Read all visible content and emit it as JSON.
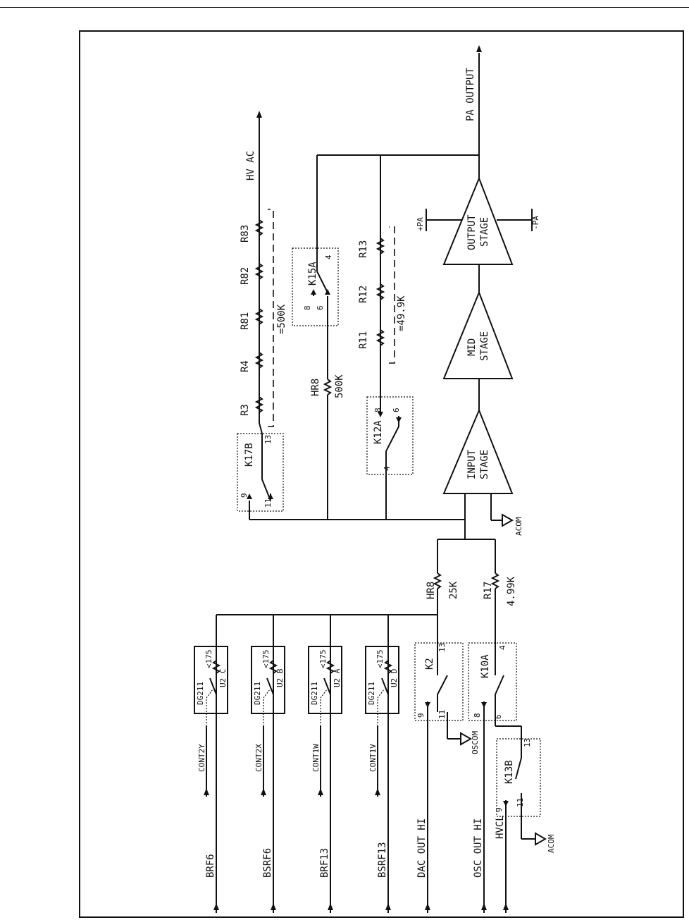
{
  "signals": {
    "brf6": "BRF6",
    "bsrf6": "BSRF6",
    "brf13": "BRF13",
    "bsrf13": "BSRF13",
    "dac_out_hi": "DAC OUT HI",
    "osc_out_hi": "OSC OUT HI",
    "hvcl": "HVCL",
    "pa_output": "PA OUTPUT",
    "hv_ac": "HV AC"
  },
  "controls": {
    "cont2y": "CONT2Y",
    "cont2x": "CONT2X",
    "cont1w": "CONT1W",
    "cont1v": "CONT1V"
  },
  "switches": {
    "dg211": "DG211",
    "u2c": "U2 C",
    "u2b": "U2 B",
    "u2a": "U2 A",
    "u2d": "U2 D",
    "r175": "<175"
  },
  "relays": {
    "k2": "K2",
    "k10a": "K10A",
    "k13b": "K13B",
    "k17b": "K17B",
    "k12a": "K12A",
    "k15a": "K15A",
    "pin9": "9",
    "pin11": "11",
    "pin13": "13",
    "pin8": "8",
    "pin6": "6",
    "pin4": "4"
  },
  "resistors": {
    "hr8": "HR8",
    "r25k": "25K",
    "r17": "R17",
    "r499k": "4.99K",
    "r500k": "500K",
    "r3": "R3",
    "r4": "R4",
    "r81": "R81",
    "r82": "R82",
    "r83": "R83",
    "eq500k": "=500K",
    "r11": "R11",
    "r12": "R12",
    "r13": "R13",
    "eq499k": "=49.9K"
  },
  "grounds": {
    "oscom": "OSCOM",
    "acom": "ACOM"
  },
  "stages": {
    "input_1": "INPUT",
    "input_2": "STAGE",
    "mid_1": "MID",
    "mid_2": "STAGE",
    "output_1": "OUTPUT",
    "output_2": "STAGE"
  },
  "rails": {
    "plus_pa": "+PA",
    "minus_pa": "-PA"
  }
}
